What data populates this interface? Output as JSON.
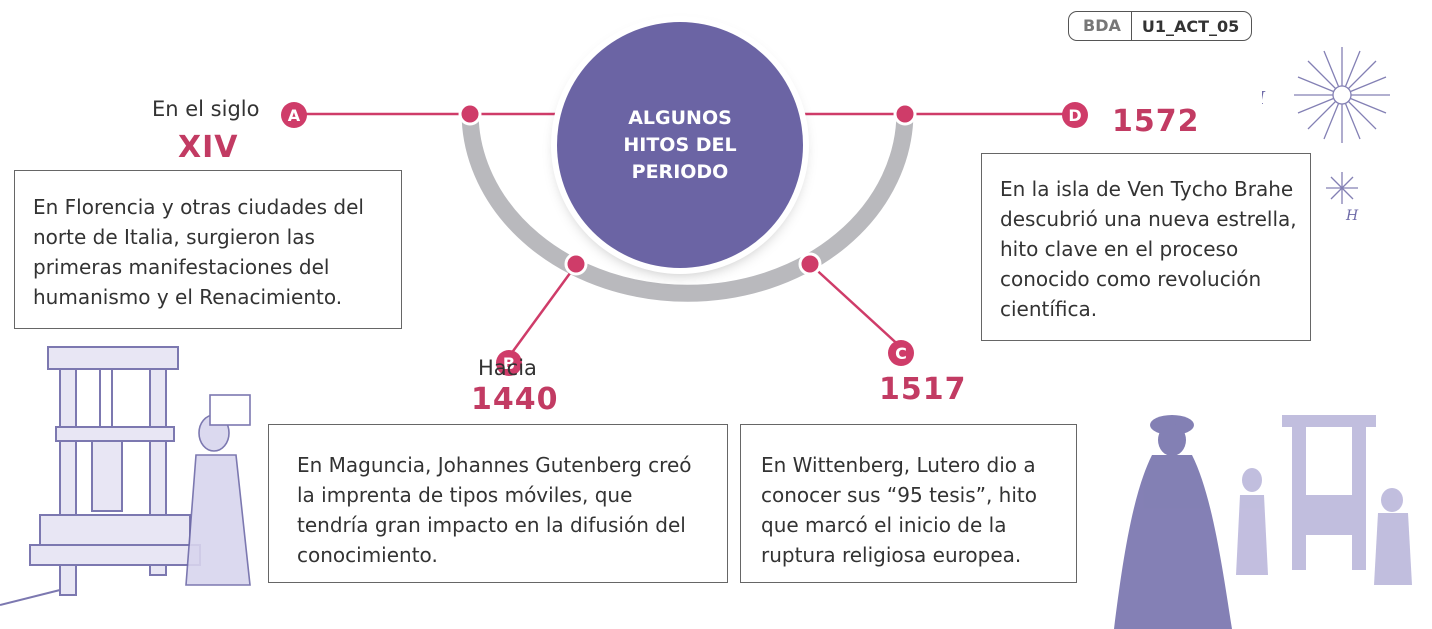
{
  "reference": {
    "label": "BDA",
    "code": "U1_ACT_05"
  },
  "center": {
    "title": "ALGUNOS HITOS DEL PERIODO"
  },
  "milestones": [
    {
      "marker": "A",
      "lead": "En el siglo",
      "year": "XIV",
      "text": "En Florencia y otras ciudades del norte de Italia, surgieron las primeras manifestaciones del humanismo y el Renacimiento."
    },
    {
      "marker": "B",
      "lead": "Hacia",
      "year": "1440",
      "text": "En Maguncia, Johannes Gutenberg creó la imprenta de tipos móviles, que tendría gran impacto en la difusión del conocimiento."
    },
    {
      "marker": "C",
      "lead": "",
      "year": "1517",
      "text": "En Wittenberg, Lutero dio a conocer sus “95 tesis”, hito que marcó el inicio de la ruptura religiosa europea."
    },
    {
      "marker": "D",
      "lead": "",
      "year": "1572",
      "text": "En la isla de Ven Tycho Brahe descubrió una nueva estrella, hito clave en el proceso conocido como revolución científica."
    }
  ],
  "colors": {
    "accent": "#cf3c69",
    "year": "#c23b63",
    "center": "#6b64a4",
    "arc": "#b9b9bd",
    "illustration": "#6e6aa8"
  },
  "icons": [
    "printing-press-illustration",
    "printers-workshop-illustration",
    "star-chart-illustration"
  ],
  "illustration_letters": {
    "i": "I",
    "h": "H"
  }
}
